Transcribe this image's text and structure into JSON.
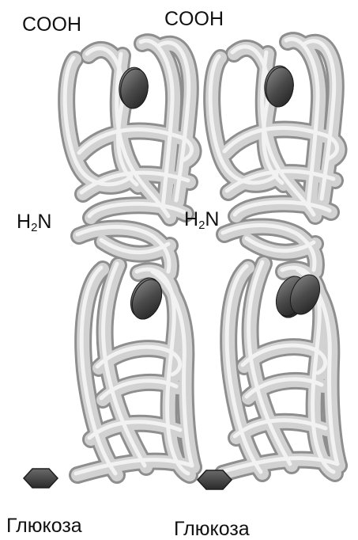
{
  "labels": {
    "cooh_left": "COOH",
    "cooh_right": "COOH",
    "h2n_left_prefix": "H",
    "h2n_left_sub": "2",
    "h2n_left_suffix": "N",
    "h2n_right_prefix": "H",
    "h2n_right_sub": "2",
    "h2n_right_suffix": "N",
    "glucose_left": "Глюкоза",
    "glucose_right": "Глюкоза"
  },
  "colors": {
    "tube": "#d2d2d2",
    "tube_shadow": "#8e8e8e",
    "tube_highlight": "#f4f4f4",
    "ellipse": "#4a4a4a",
    "hexagon": "#3e3e3e"
  }
}
